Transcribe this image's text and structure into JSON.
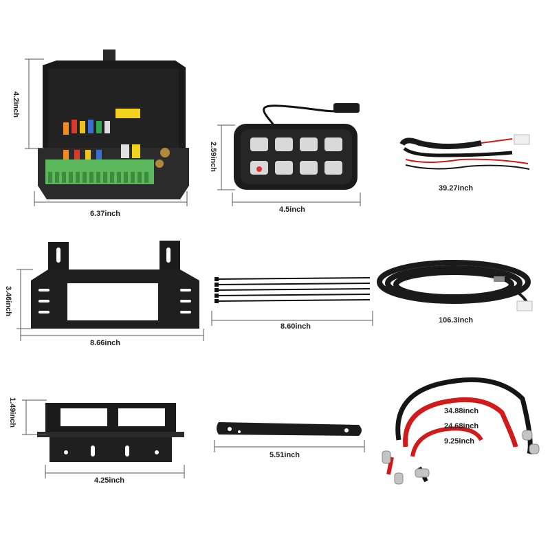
{
  "products": {
    "fuse_box": {
      "width": "6.37inch",
      "height": "4.2inch"
    },
    "switch_panel": {
      "width": "4.5inch",
      "height": "2.59inch"
    },
    "short_harness": {
      "length": "39.27inch"
    },
    "large_bracket": {
      "width": "8.66inch",
      "height": "3.46inch"
    },
    "zip_ties": {
      "length": "8.60inch"
    },
    "long_harness": {
      "length": "106.3inch"
    },
    "small_bracket": {
      "width": "4.25inch",
      "height": "1.49inch"
    },
    "flat_bar": {
      "length": "5.51inch"
    },
    "battery_cables": {
      "lengths": [
        "34.88inch",
        "24.68inch",
        "9.25inch"
      ]
    }
  },
  "colors": {
    "background": "#ffffff",
    "dim_line": "#555555",
    "label": "#222222",
    "cable_red": "#d11a1a",
    "cable_black": "#151515",
    "terminal_green": "#5cb85c"
  }
}
